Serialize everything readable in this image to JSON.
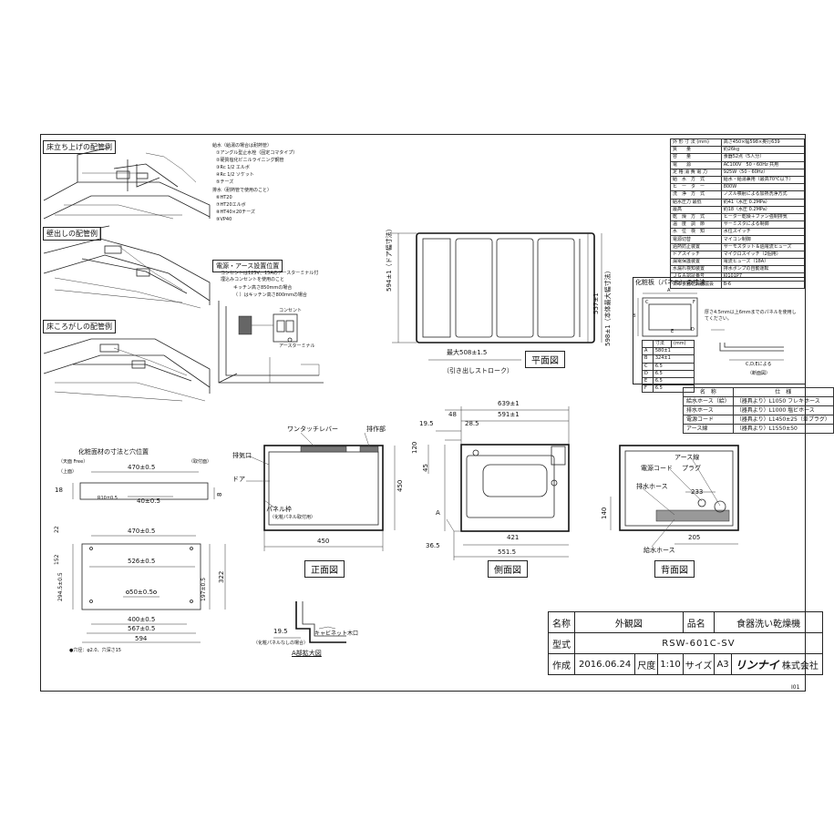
{
  "install_sections": {
    "floor": "床立ち上げの配管例",
    "wall": "壁出しの配管例",
    "floorline": "床ころがしの配管例"
  },
  "legend": {
    "water_head": "給水（給湯の場合は耐熱管）",
    "water_items": [
      "①アングル型止水栓（固定コマタイプ）",
      "②硬質塩化ビニルライニング鋼管",
      "③Rc 1/2 エルボ",
      "④Rc 1/2 ソケット",
      "⑤チーズ"
    ],
    "drain_head": "排水（耐熱管で使用のこと）",
    "drain_items": [
      "⑥HT20",
      "⑦HT20エルボ",
      "⑧HT40×20チーズ",
      "⑨VP40"
    ]
  },
  "power_box": {
    "title": "電源・アース設置位置",
    "notes": [
      "コンセントは125V、15Aのアースターミナル付",
      "埋込みコンセントを使用のこと",
      "キッチン高さ850mmの場合",
      "（ ）はキッチン高さ800mmの場合"
    ],
    "outlet": "コンセント",
    "earth": "アースターミナル"
  },
  "plan_view": {
    "label": "平面図",
    "dim_depth_door": "594±1（ドア幅寸法）",
    "dim_depth_body": "557±1",
    "dim_depth_max": "598±1（本体最大幅寸法）",
    "dim_stroke": "最大508±1.5",
    "dim_stroke_note": "（引き出しストローク）"
  },
  "panel_box": {
    "title": "化粧板（パネル）の寸法",
    "labels": [
      "A",
      "B",
      "C",
      "D",
      "E",
      "F"
    ],
    "table_head": [
      "",
      "寸法",
      "(mm)"
    ],
    "rows": [
      [
        "A",
        "580±1"
      ],
      [
        "B",
        "324±1"
      ],
      [
        "C",
        "6.5"
      ],
      [
        "D",
        "6.5"
      ],
      [
        "E",
        "6.5"
      ],
      [
        "F",
        "6.5"
      ]
    ],
    "note": "厚さ4.5mm以上6mmまでのパネルを使用してください。",
    "cde": "C,D,Eによる",
    "section": "（断面図）"
  },
  "spec_table": {
    "rows": [
      [
        "外 形 寸 法 (mm)",
        "高さ450×幅598×奥行639"
      ],
      [
        "質　　量",
        "約26kg"
      ],
      [
        "容　　量",
        "食器52点（5人分）"
      ],
      [
        "電　　源",
        "AC100V　50・60Hz 共用"
      ],
      [
        "定 格 消 費 電 力",
        "925W（50・60Hz）"
      ],
      [
        "給　水　方　式",
        "給水・給湯兼用（最高70℃以下）"
      ],
      [
        "ヒ　ー　タ　ー",
        "800W"
      ],
      [
        "洗　浄　方　式",
        "ノズル噴射による加熱洗浄方式"
      ],
      [
        "給水圧力 最低",
        "約41（水圧 0.2MPa）"
      ],
      [
        "最高",
        "約18（水圧 0.2MPa）"
      ],
      [
        "乾　燥　方　式",
        "ヒーター乾燥＋ファン強制排気"
      ],
      [
        "温　度　調　節",
        "サーミスタによる制御"
      ],
      [
        "水　位　検　知",
        "水位スイッチ"
      ],
      [
        "電源切替",
        "マイコン制御"
      ],
      [
        "過熱防止装置",
        "サーモスタット＆過電流ヒューズ"
      ],
      [
        "ドアスイッチ",
        "マイクロスイッチ（2個用）"
      ],
      [
        "漏電保護装置",
        "電流ヒューズ（18A）"
      ],
      [
        "水漏れ検知装置",
        "排水ポンプの自動運転"
      ],
      [
        "ＪＧＡ認証番号",
        "J0101P7"
      ],
      [
        "日本食器乾燥器協会",
        "B-6"
      ]
    ]
  },
  "parts_table": {
    "head": [
      "名　称",
      "仕　様"
    ],
    "rows": [
      [
        "給水ホース（給）",
        "（器具より）L1050 フレキホース"
      ],
      [
        "排水ホース",
        "（器具より）L1000 塩ビホース"
      ],
      [
        "電源コード",
        "（器具より）L1450±25（差プラグ）"
      ],
      [
        "アース線",
        "（器具より）L1550±50"
      ]
    ]
  },
  "front_view": {
    "label": "正面図",
    "one_touch": "ワンタッチレバー",
    "exhaust": "排気口",
    "exhaust2": "排作部",
    "door": "ドア",
    "panel": "パネル枠",
    "panel_note": "（化粧パネル取付用）",
    "dim_w": "450",
    "dim_h": "450"
  },
  "side_view": {
    "label": "側面図",
    "d639": "639±1",
    "d591": "591±1",
    "d48": "48",
    "d19": "19.5",
    "d28": "28.5",
    "d120": "120",
    "d45": "45",
    "d421": "421",
    "d36": "36.5",
    "d551": "551.5",
    "a": "A"
  },
  "back_view": {
    "label": "背面図",
    "earth": "アース線",
    "cord": "電源コード",
    "plug": "プラグ",
    "drain": "排水ホース",
    "water": "給水ホース",
    "d140": "140",
    "d205": "205",
    "d233": "233"
  },
  "cutout": {
    "title": "化粧面材の寸法と穴位置",
    "upper": "（上面）",
    "front": "（天面 Free）",
    "hinge": "（取付面）",
    "d470a": "470±0.5",
    "d40": "40±0.5",
    "d18": "18",
    "d8": "8",
    "d470b": "470±0.5",
    "d526": "526±0.5",
    "d50": "50±0.5",
    "d400": "400±0.5",
    "d567": "567±0.5",
    "d594": "594",
    "d294": "294.5±0.5",
    "d197": "197±0.5",
    "d322": "322",
    "d152": "152",
    "d22": "22",
    "dr": "R10±0.5",
    "note": "●穴径：φ2.0、穴深さ15"
  },
  "detail_a": {
    "label": "A部拡大図",
    "d19": "19.5",
    "cabinet": "キャビネット木口",
    "note": "（化粧パネルなしの場合）"
  },
  "title_block": {
    "name_lbl": "名称",
    "name": "外観図",
    "product_lbl": "品名",
    "product": "食器洗い乾燥機",
    "model_lbl": "型式",
    "model": "RSW-601C-SV",
    "made_lbl": "作成",
    "date": "2016.06.24",
    "scale_lbl": "尺度",
    "scale": "1:10",
    "size_lbl": "サイズ",
    "size": "A3",
    "company_logo": "リンナイ",
    "company_suffix": "株式会社",
    "revision": "I01"
  }
}
